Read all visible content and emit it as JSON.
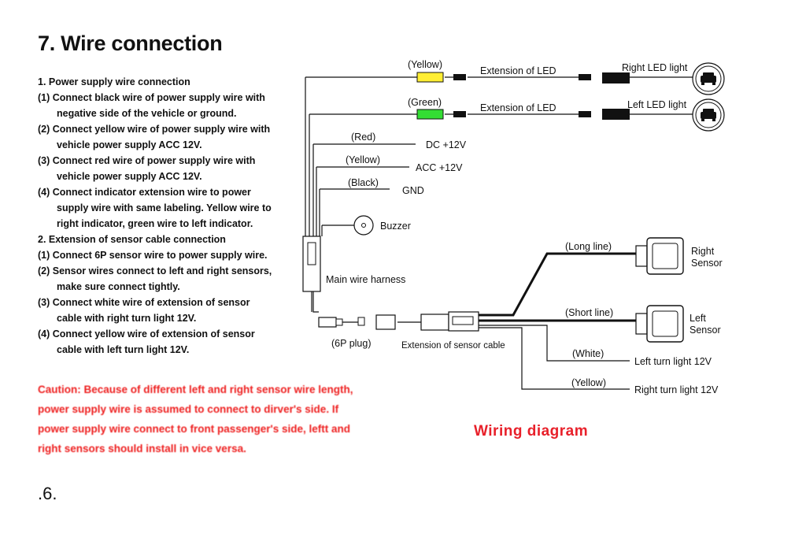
{
  "page": {
    "title": "7. Wire connection",
    "page_number": ".6."
  },
  "instructions": [
    {
      "text": "1. Power supply wire connection",
      "indent": false
    },
    {
      "text": "(1) Connect black wire of power supply wire with",
      "indent": false
    },
    {
      "text": "negative side of the vehicle or ground.",
      "indent": true
    },
    {
      "text": "(2) Connect yellow wire of power supply wire with",
      "indent": false
    },
    {
      "text": "vehicle power supply ACC 12V.",
      "indent": true
    },
    {
      "text": "(3) Connect red wire of power supply wire with",
      "indent": false
    },
    {
      "text": "vehicle power supply ACC 12V.",
      "indent": true
    },
    {
      "text": "(4) Connect indicator extension wire to power",
      "indent": false
    },
    {
      "text": "supply wire with same labeling. Yellow wire to",
      "indent": true
    },
    {
      "text": "right indicator, green wire to left indicator.",
      "indent": true
    },
    {
      "text": "2. Extension of sensor cable connection",
      "indent": false
    },
    {
      "text": "(1) Connect 6P sensor wire to power supply wire.",
      "indent": false
    },
    {
      "text": "(2) Sensor wires connect to left and right sensors,",
      "indent": false
    },
    {
      "text": "make sure connect tightly.",
      "indent": true
    },
    {
      "text": "(3) Connect white wire of extension of sensor",
      "indent": false
    },
    {
      "text": "cable with right turn light 12V.",
      "indent": true
    },
    {
      "text": "(4) Connect yellow wire of extension of sensor",
      "indent": false
    },
    {
      "text": "cable with left turn light 12V.",
      "indent": true
    }
  ],
  "caution": [
    "Caution: Because of different left and right sensor wire length,",
    "power supply wire is assumed to connect to dirver's side. If",
    "power supply wire connect to front passenger's side, leftt and",
    "right sensors should install in vice versa."
  ],
  "diagram": {
    "title": "Wiring diagram",
    "yellow_label": "(Yellow)",
    "green_label": "(Green)",
    "led_ext_top": "Extension of  LED",
    "led_ext_bottom": "Extension of  LED",
    "right_led": "Right LED light",
    "left_led": "Left LED light",
    "red_label": "(Red)",
    "dc12v": "DC +12V",
    "yellow_acc_label": "(Yellow)",
    "acc12v": "ACC +12V",
    "black_label": "(Black)",
    "gnd": "GND",
    "buzzer": "Buzzer",
    "main_harness": "Main wire harness",
    "plug_6p": "(6P plug)",
    "sensor_ext_cable": "Extension of sensor cable",
    "long_line": "(Long line)",
    "short_line": "(Short line)",
    "right_sensor_1": "Right",
    "right_sensor_2": "Sensor",
    "left_sensor_1": "Left",
    "left_sensor_2": "Sensor",
    "white_label": "(White)",
    "left_turn": "Left turn light 12V",
    "yellow_turn_label": "(Yellow)",
    "right_turn": "Right turn light 12V",
    "colors": {
      "yellow_indicator": "#ffee33",
      "green_indicator": "#33dd33",
      "caution_red": "#ee2020"
    }
  }
}
